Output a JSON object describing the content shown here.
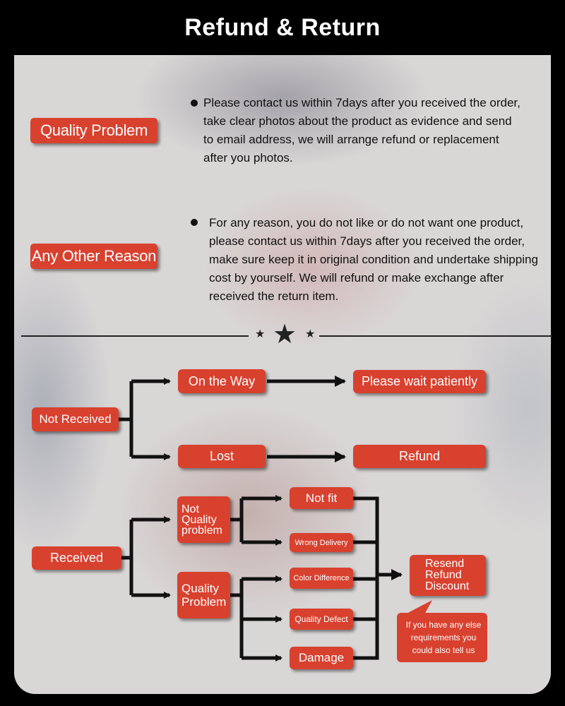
{
  "banner": {
    "title": "Refund & Return"
  },
  "policies": [
    {
      "label": "Quality Problem",
      "lines": [
        "Please contact us within 7days after you received the order,",
        "take clear photos about the product as evidence and send",
        "to  email address, we will arrange refund or replacement",
        "after you photos."
      ]
    },
    {
      "label": "Any Other Reason",
      "lines": [
        "For any reason, you do not like or do not want one product,",
        "please contact us within 7days after you received the order,",
        "make sure keep it in original condition and undertake shipping",
        "cost by yourself. We will refund or make exchange after",
        "received  the return item."
      ]
    }
  ],
  "divider": {
    "icons": [
      "small-star-icon",
      "large-star-icon",
      "small-star-icon"
    ]
  },
  "flow": {
    "not_received": "Not  Received",
    "on_the_way": "On the Way",
    "please_wait": "Please wait patiently",
    "lost": "Lost",
    "refund": "Refund",
    "received": "Received",
    "not_quality_problem": [
      "Not",
      "Quality",
      "problem"
    ],
    "quality_problem": [
      "Quality",
      "Problem"
    ],
    "not_fit": "Not fit",
    "wrong_delivery": "Wrong Delivery",
    "color_difference": "Color Difference",
    "quality_defect": "Quality Defect",
    "damage": "Damage",
    "resend_refund_discount": [
      "Resend",
      "Refund",
      "Discount"
    ],
    "speech_note": [
      "If you have any else",
      "requirements you",
      "could also tell  us"
    ]
  },
  "colors": {
    "tag_red": "#d9412f",
    "banner_black": "#000000",
    "text": "#111111"
  }
}
